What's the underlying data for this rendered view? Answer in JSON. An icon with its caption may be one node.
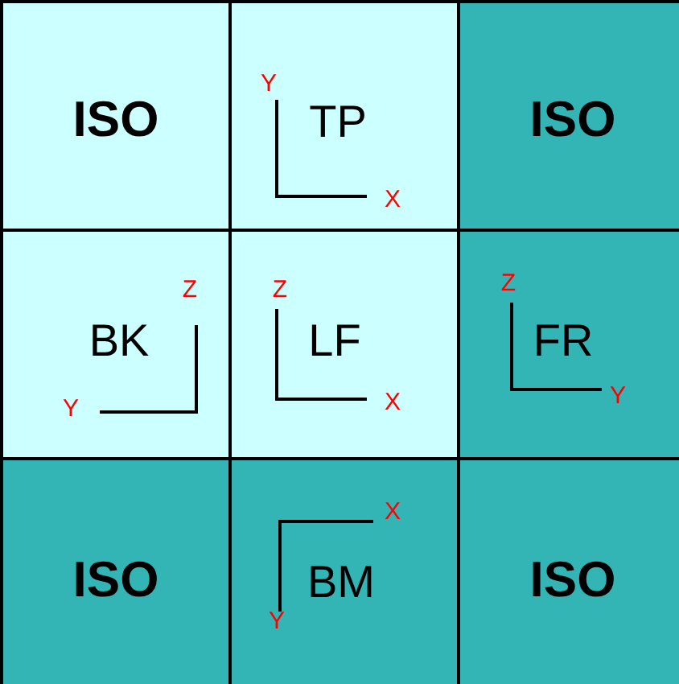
{
  "diagram": {
    "nodes": [
      {
        "text": [
          "ISO"
        ]
      },
      {
        "text": [
          "Y",
          "TP",
          "X"
        ]
      },
      {
        "text": [
          "ISO"
        ]
      },
      {
        "text": [
          "Z",
          "BK",
          "Y"
        ]
      },
      {
        "text": [
          "Z",
          "LF",
          "X"
        ]
      },
      {
        "text": [
          "Z",
          "FR",
          "Y"
        ]
      },
      {
        "text": [
          "ISO"
        ]
      },
      {
        "text": [
          "X",
          "BM",
          "Y"
        ]
      },
      {
        "text": [
          "ISO"
        ]
      }
    ]
  }
}
